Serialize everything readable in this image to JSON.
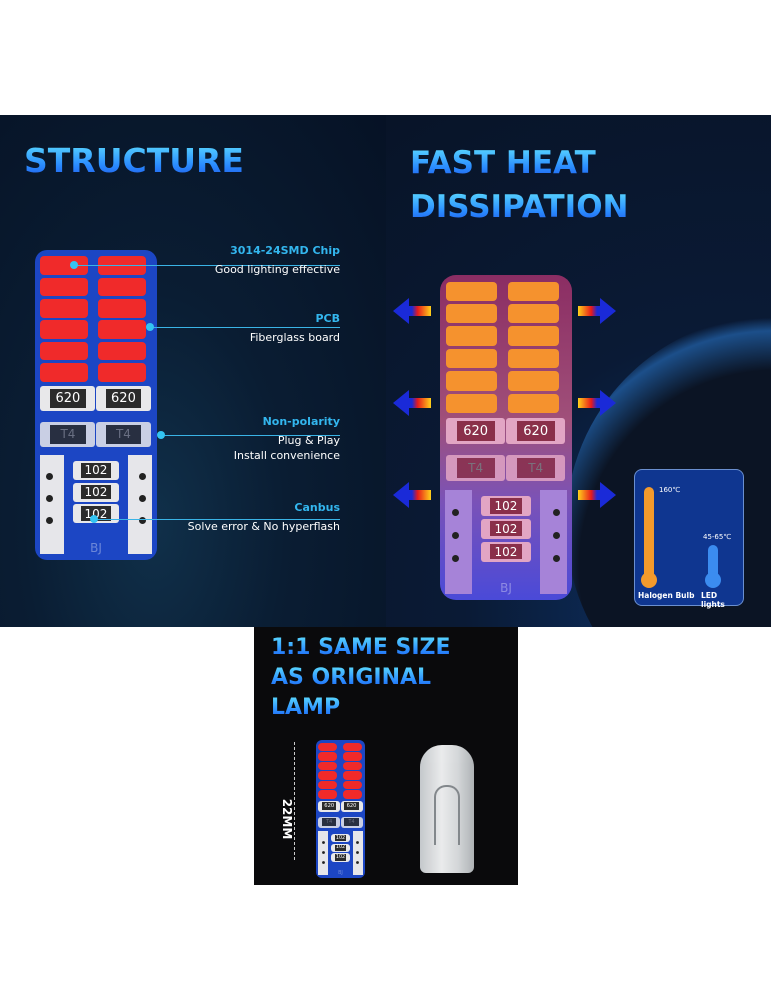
{
  "structure": {
    "title": "STRUCTURE",
    "callouts": [
      {
        "heading": "3014-24SMD Chip",
        "sub": "Good lighting effective"
      },
      {
        "heading": "PCB",
        "sub": "Fiberglass board"
      },
      {
        "heading": "Non-polarity",
        "sub": "Plug & Play\nInstall convenience"
      },
      {
        "heading": "Canbus",
        "sub": "Solve error & No hyperflash"
      }
    ]
  },
  "heat": {
    "title_line1": "FAST HEAT",
    "title_line2": "DISSIPATION",
    "halogen_temp": "160℃",
    "led_temp": "45-65℃",
    "halogen_label": "Halogen Bulb",
    "led_label": "LED lights"
  },
  "size": {
    "title_line1": "1:1 SAME SIZE",
    "title_line2": "AS ORIGINAL",
    "title_line3": "LAMP",
    "dimension": "22MM"
  },
  "pcb_labels": {
    "resistor_top": "620",
    "transistor": "T4",
    "resistor_bottom": "102",
    "marking": "BJ"
  },
  "colors": {
    "accent": "#33b6ee",
    "chip_red": "#f02a2a",
    "chip_orange": "#f5922e",
    "pcb_blue": "#1c46c4"
  }
}
